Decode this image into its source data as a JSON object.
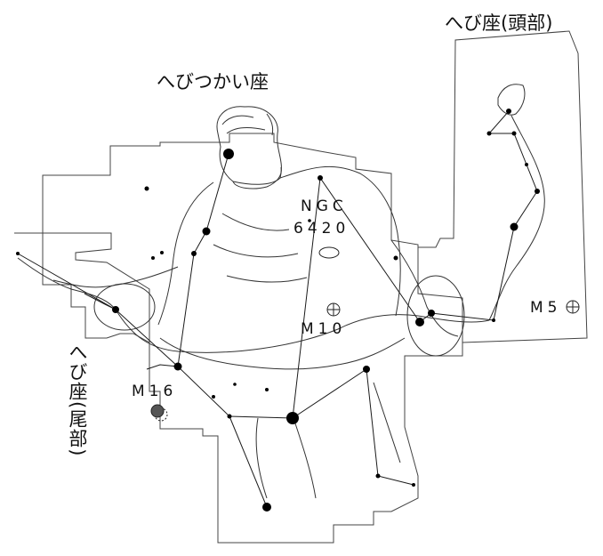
{
  "map": {
    "labels": {
      "ophiuchus": "へびつかい座",
      "serpens_caput": "へび座(頭部)",
      "serpens_cauda": "へび座(尾部)"
    },
    "objects": {
      "ngc6420_line1": "NGC",
      "ngc6420_line2": "6420",
      "m10": "M10",
      "m16": "M16",
      "m5": "M5"
    },
    "colors": {
      "line": "#1a1a1a",
      "star": "#000000",
      "background": "#ffffff"
    }
  }
}
